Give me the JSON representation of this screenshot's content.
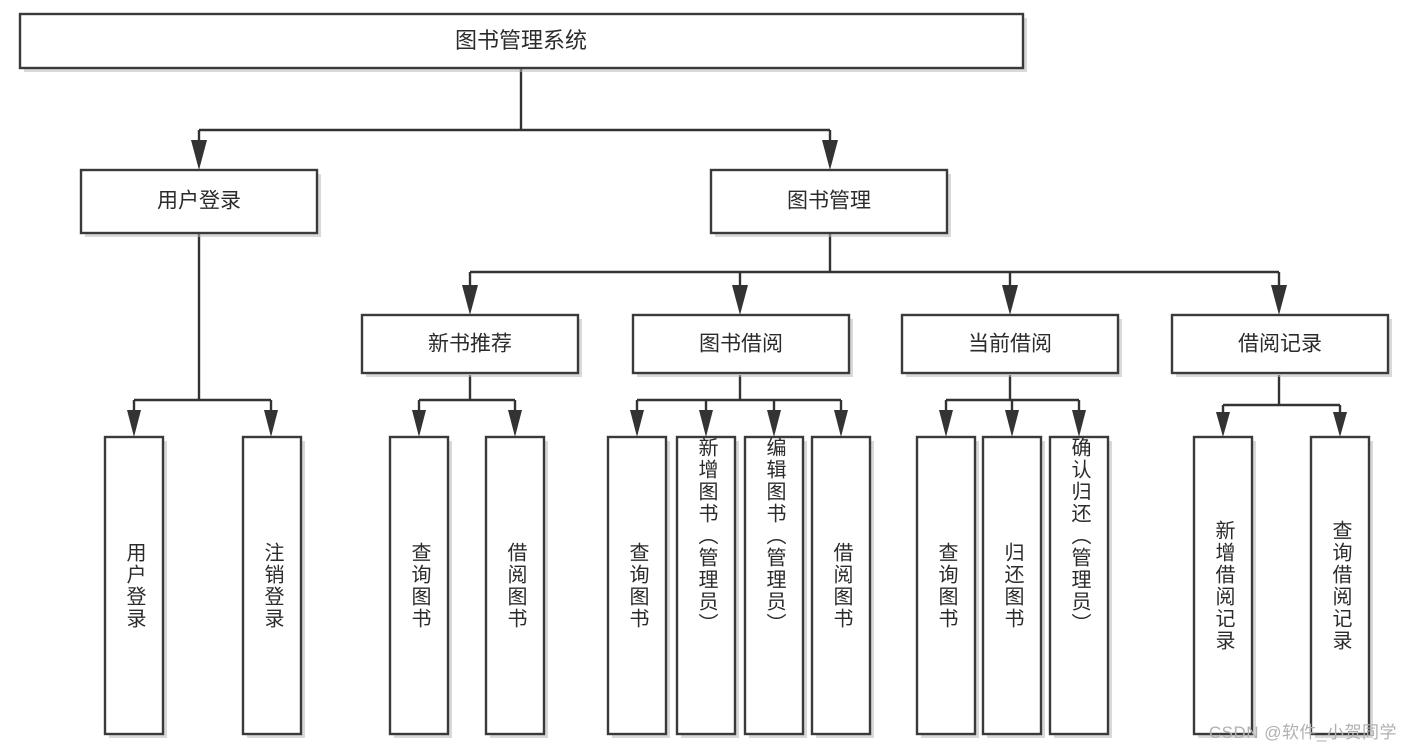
{
  "diagram": {
    "title": "图书管理系统",
    "type": "tree-hierarchy-diagram",
    "colors": {
      "box_border": "#3a3a3a",
      "box_fill": "#ffffff",
      "connector": "#333333",
      "label_text": "#2b2b2b",
      "watermark_text": "#b0b0b0",
      "background": "#ffffff"
    },
    "root": {
      "label": "图书管理系统"
    },
    "level2": [
      {
        "label": "用户登录"
      },
      {
        "label": "图书管理"
      }
    ],
    "level3": [
      {
        "label": "新书推荐"
      },
      {
        "label": "图书借阅"
      },
      {
        "label": "当前借阅"
      },
      {
        "label": "借阅记录"
      }
    ],
    "leaves": {
      "user_login": [
        {
          "label": "用户登录"
        },
        {
          "label": "注销登录"
        }
      ],
      "new_book_recommend": [
        {
          "label": "查询图书"
        },
        {
          "label": "借阅图书"
        }
      ],
      "book_borrow": [
        {
          "label": "查询图书"
        },
        {
          "label": "新增图书（管理员）"
        },
        {
          "label": "编辑图书（管理员）"
        },
        {
          "label": "借阅图书"
        }
      ],
      "current_borrow": [
        {
          "label": "查询图书"
        },
        {
          "label": "归还图书"
        },
        {
          "label": "确认归还（管理员）"
        }
      ],
      "borrow_record": [
        {
          "label": "新增借阅记录"
        },
        {
          "label": "查询借阅记录"
        }
      ]
    }
  },
  "watermark": {
    "text": "CSDN @软件_小贺同学"
  }
}
